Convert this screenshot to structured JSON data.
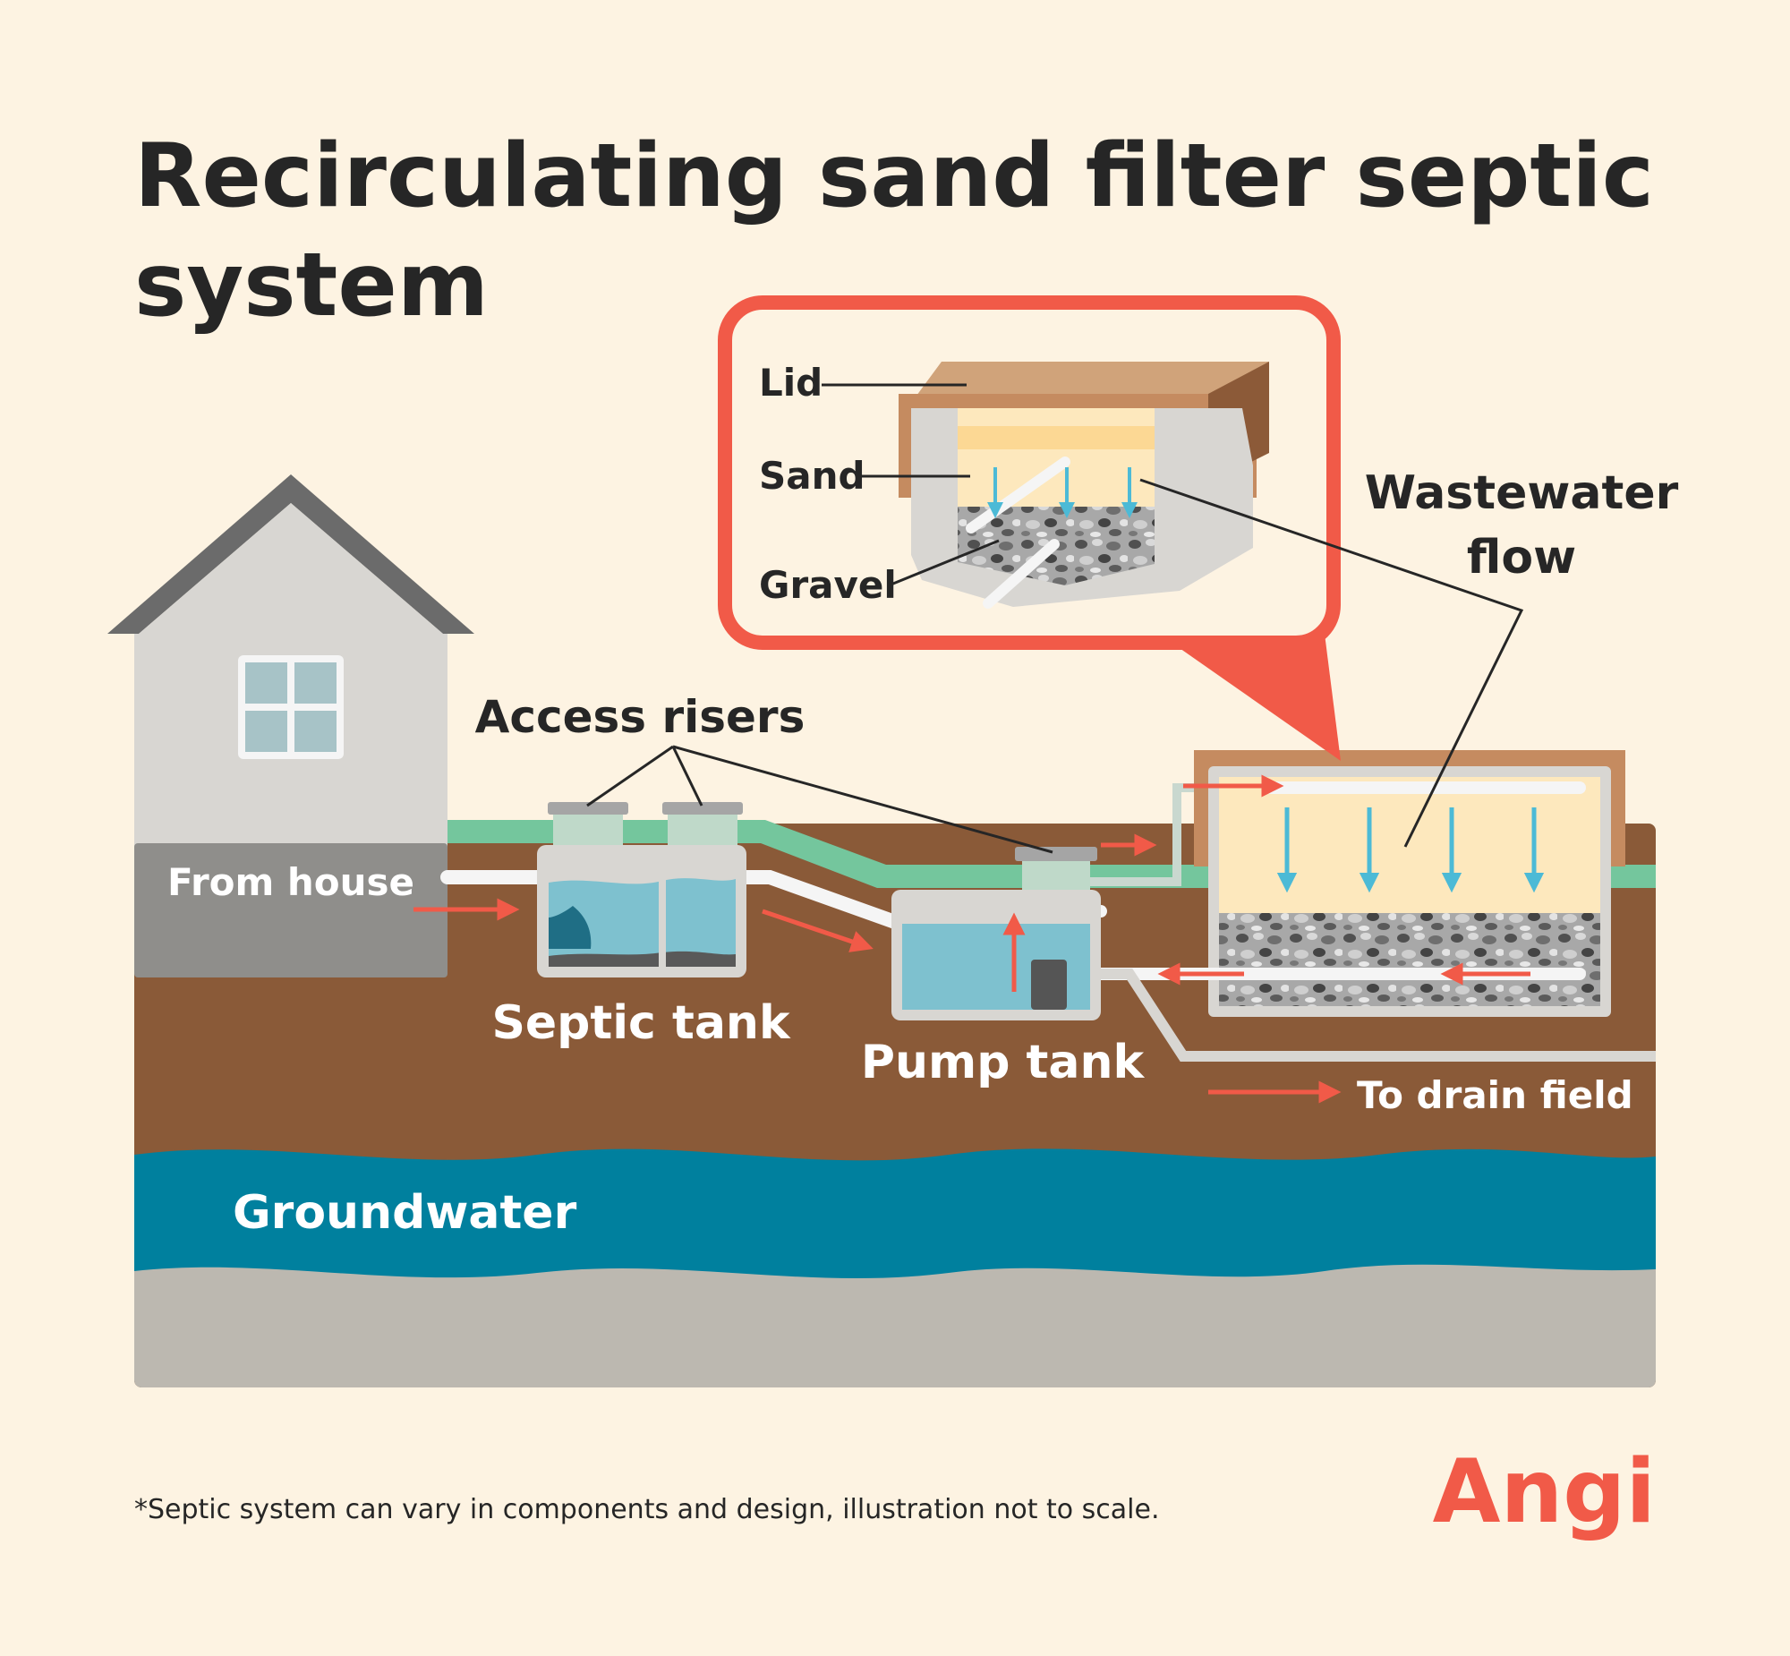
{
  "title": {
    "line1": "Recirculating sand filter septic",
    "line2": "system"
  },
  "labels": {
    "from_house": "From house",
    "septic_tank": "Septic tank",
    "pump_tank": "Pump tank",
    "access_risers": "Access risers",
    "wastewater_flow_line1": "Wastewater",
    "wastewater_flow_line2": "flow",
    "to_drain_field": "To drain field",
    "groundwater": "Groundwater"
  },
  "callout": {
    "lid": "Lid",
    "sand": "Sand",
    "gravel": "Gravel"
  },
  "footnote": "*Septic system can vary in components and design, illustration not to scale.",
  "logo": "Angi",
  "colors": {
    "background": "#fdf3e2",
    "soil": "#8a5a38",
    "grass": "#74c69d",
    "groundwater": "#00809e",
    "bedrock": "#bcb8b0",
    "tank_water": "#7ec1cf",
    "sand": "#fde8bd",
    "arrow_red": "#f15a48",
    "arrow_blue": "#4cbad6",
    "callout_border": "#f15a48",
    "lid_wood": "#c58b60"
  }
}
